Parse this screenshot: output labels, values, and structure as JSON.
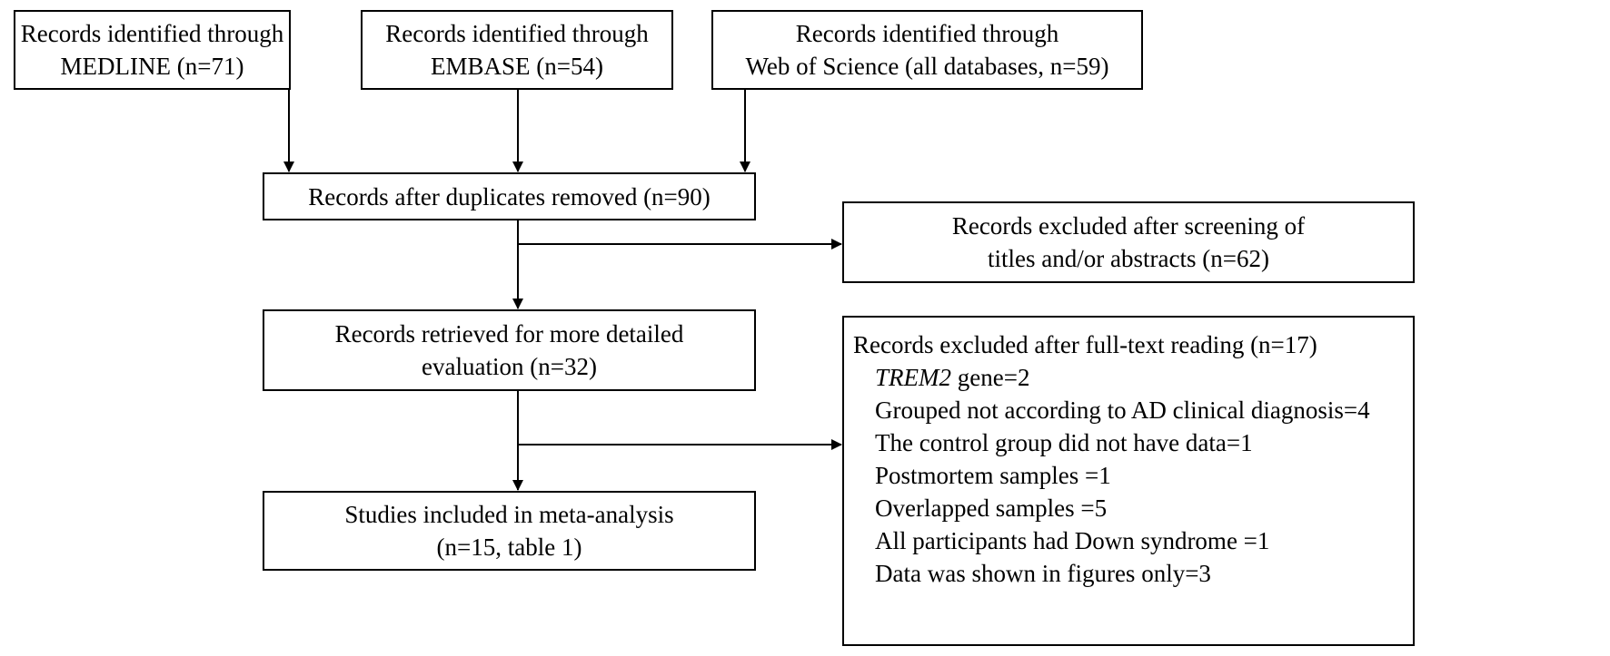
{
  "sources": [
    {
      "line1": "Records identified through",
      "line2": "MEDLINE (n=71)"
    },
    {
      "line1": "Records identified through",
      "line2": "EMBASE (n=54)"
    },
    {
      "line1": "Records identified through",
      "line2": "Web of Science (all databases, n=59)"
    }
  ],
  "dedup": {
    "line1": "Records after duplicates removed (n=90)"
  },
  "screen_excluded": {
    "line1": "Records excluded after screening of",
    "line2": "titles and/or abstracts (n=62)"
  },
  "retrieved": {
    "line1": "Records retrieved for more detailed",
    "line2": "evaluation (n=32)"
  },
  "fulltext_excluded": {
    "heading": "Records excluded after full-text reading (n=17)",
    "items": [
      {
        "italic": "TREM2",
        "text": " gene=2"
      },
      {
        "italic": "",
        "text": "Grouped not according to AD clinical diagnosis=4"
      },
      {
        "italic": "",
        "text": "The control group did not have data=1"
      },
      {
        "italic": "",
        "text": "Postmortem samples =1"
      },
      {
        "italic": "",
        "text": "Overlapped samples =5"
      },
      {
        "italic": "",
        "text": "All participants had Down syndrome =1"
      },
      {
        "italic": "",
        "text": "Data was shown in figures only=3"
      }
    ]
  },
  "included": {
    "line1": "Studies included in meta-analysis",
    "line2": "(n=15, table 1)"
  }
}
